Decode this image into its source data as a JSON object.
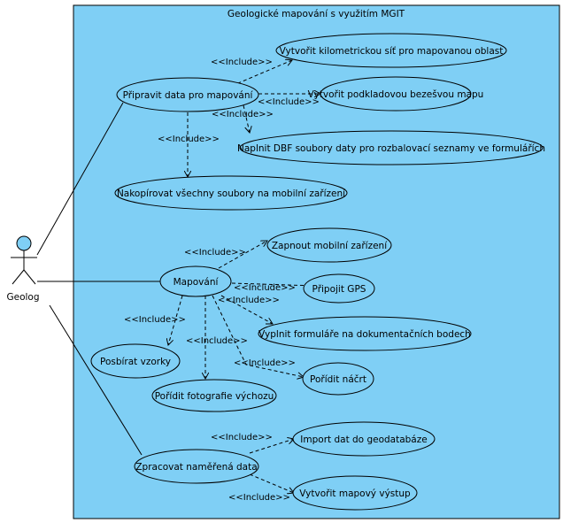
{
  "colors": {
    "system_fill": "#7fcff5",
    "usecase_fill": "#7fcff5",
    "actor_head": "#7fcff5",
    "stroke": "#000000"
  },
  "system": {
    "title": "Geologické mapování s využitím MGIT"
  },
  "actor": {
    "name": "Geolog"
  },
  "include_label": "<<Include>>",
  "use_cases": [
    {
      "id": "pripravit",
      "label": "Připravit data pro mapování"
    },
    {
      "id": "vytvorit_sit",
      "label": "Vytvořit kilometrickou síť pro mapovanou oblast"
    },
    {
      "id": "podkladova",
      "label": "Vytvořit podkladovou bezešvou mapu"
    },
    {
      "id": "naplnit_dbf",
      "label": "Naplnit DBF soubory daty pro rozbalovací seznamy ve formulářích"
    },
    {
      "id": "nakopirovat",
      "label": "Nakopírovat všechny soubory na mobilní zařízení"
    },
    {
      "id": "mapovani",
      "label": "Mapování"
    },
    {
      "id": "zapnout",
      "label": "Zapnout mobilní zařízení"
    },
    {
      "id": "gps",
      "label": "Připojit GPS"
    },
    {
      "id": "formulare",
      "label": "Vyplnit formuláře na dokumentačních bodech"
    },
    {
      "id": "nacrt",
      "label": "Pořídit náčrt"
    },
    {
      "id": "vzorky",
      "label": "Posbírat vzorky"
    },
    {
      "id": "fotografie",
      "label": "Pořídit fotografie výchozu"
    },
    {
      "id": "zpracovat",
      "label": "Zpracovat naměřená data"
    },
    {
      "id": "import",
      "label": "Import dat do geodatabáze"
    },
    {
      "id": "vystup",
      "label": "Vytvořit mapový výstup"
    }
  ],
  "includes": [
    {
      "from": "pripravit",
      "to": "vytvorit_sit",
      "label": "<<Include>>"
    },
    {
      "from": "pripravit",
      "to": "podkladova",
      "label": "<<Include>>"
    },
    {
      "from": "pripravit",
      "to": "naplnit_dbf",
      "label": "<<Include>>"
    },
    {
      "from": "pripravit",
      "to": "nakopirovat",
      "label": "<<Include>>"
    },
    {
      "from": "mapovani",
      "to": "zapnout",
      "label": "<<Include>>"
    },
    {
      "from": "mapovani",
      "to": "gps",
      "label": "<<Include>>"
    },
    {
      "from": "mapovani",
      "to": "formulare",
      "label": "<<Include>>"
    },
    {
      "from": "mapovani",
      "to": "nacrt",
      "label": "<<Include>>"
    },
    {
      "from": "mapovani",
      "to": "vzorky",
      "label": "<<Include>>"
    },
    {
      "from": "mapovani",
      "to": "fotografie",
      "label": "<<Include>>"
    },
    {
      "from": "zpracovat",
      "to": "import",
      "label": "<<Include>>"
    },
    {
      "from": "zpracovat",
      "to": "vystup",
      "label": "<<Include>>"
    }
  ],
  "associations": [
    {
      "actor": "Geolog",
      "use_case": "pripravit"
    },
    {
      "actor": "Geolog",
      "use_case": "mapovani"
    },
    {
      "actor": "Geolog",
      "use_case": "zpracovat"
    }
  ]
}
